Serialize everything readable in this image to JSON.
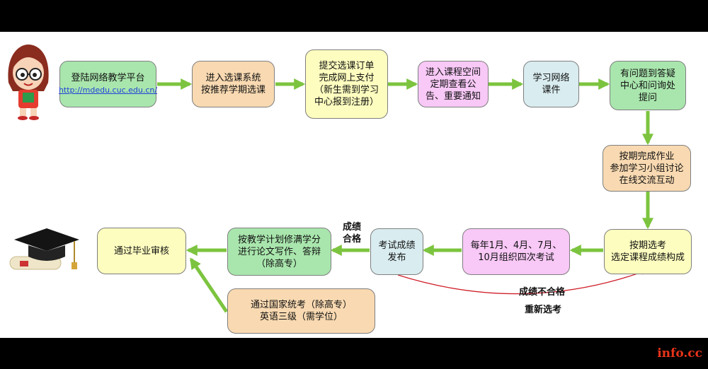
{
  "nodes": {
    "login": {
      "line1": "登陆网络教学平台",
      "link": "http://mdedu.cuc.edu.cn/"
    },
    "select": {
      "line1": "进入选课系统",
      "line2": "按推荐学期选课"
    },
    "order": {
      "line1": "提交选课订单",
      "line2": "完成网上支付",
      "line3": "（新生需到学习",
      "line4": "中心报到注册）"
    },
    "space": {
      "line1": "进入课程空间",
      "line2": "定期查看公",
      "line3": "告、重要通知"
    },
    "courseware": {
      "line1": "学习网络",
      "line2": "课件"
    },
    "qa": {
      "line1": "有问题到答疑",
      "line2": "中心和问询处",
      "line3": "提问"
    },
    "homework": {
      "line1": "按期完成作业",
      "line2": "参加学习小组讨论",
      "line3": "在线交流互动"
    },
    "exam_select": {
      "line1": "按期选考",
      "line2": "选定课程成绩构成"
    },
    "exams": {
      "line1": "每年1月、4月、7月、",
      "line2": "10月组织四次考试"
    },
    "results": {
      "line1": "考试成绩",
      "line2": "发布"
    },
    "thesis": {
      "line1": "按教学计划修满学分",
      "line2": "进行论文写作、答辩",
      "line3": "（除高专）"
    },
    "graduate": {
      "line1": "通过毕业审核"
    },
    "national": {
      "line1": "通过国家统考（除高专）",
      "line2": "英语三级（需学位）"
    }
  },
  "labels": {
    "pass": {
      "line1": "成绩",
      "line2": "合格"
    },
    "fail": "成绩不合格",
    "reselect": "重新选考"
  },
  "brand": "info.cc",
  "colors": {
    "arrow_green": "#7cc43f",
    "return_red": "#d0202a",
    "brand_red": "#e8341a"
  },
  "icons": [
    "student-girl-icon",
    "graduation-cap-diploma-icon"
  ]
}
